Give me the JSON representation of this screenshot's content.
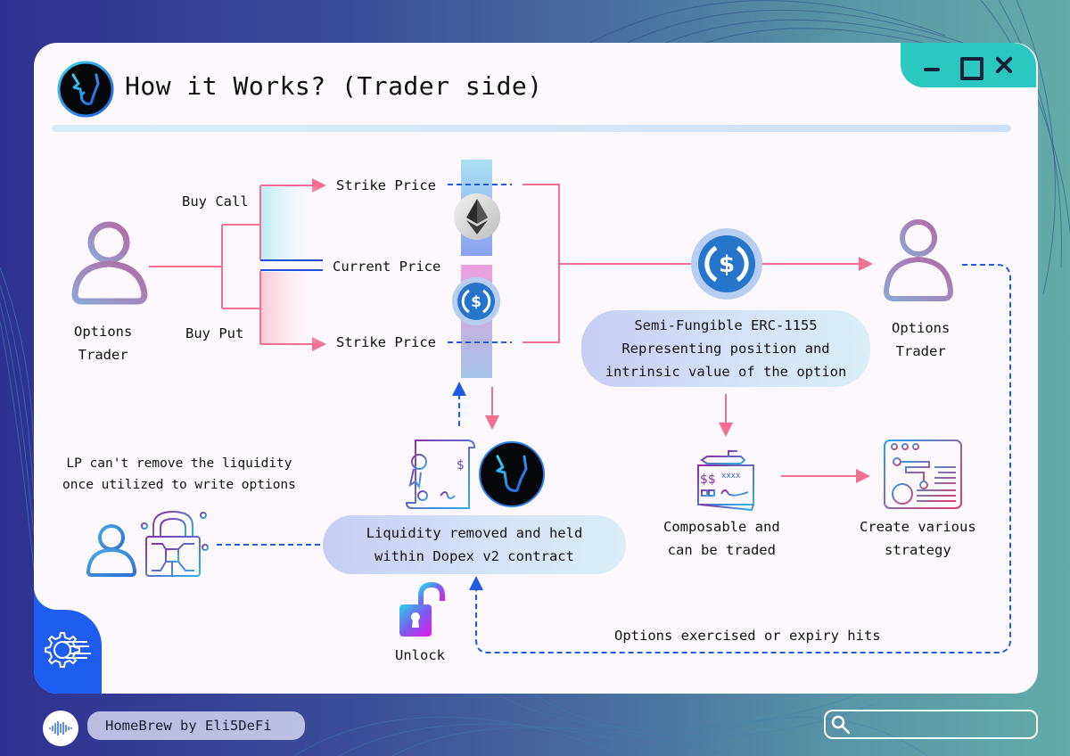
{
  "window": {
    "title": "How it Works? (Trader side)",
    "controls": {
      "minimize": "minimize",
      "maximize": "maximize",
      "close": "close"
    }
  },
  "colors": {
    "accent_pink": "#f06f92",
    "accent_blue_dashed": "#1f5ae6",
    "window_controls_bg": "#2bc8c2",
    "gear_tab_bg": "#1f5cf0",
    "window_bg": "#fdf8fd"
  },
  "diagram": {
    "trader_left": {
      "label_line1": "Options",
      "label_line2": "Trader",
      "icon": "user-icon"
    },
    "branches": {
      "buy_call": "Buy Call",
      "buy_put": "Buy Put"
    },
    "prices": {
      "strike_top": "Strike Price",
      "current": "Current Price",
      "strike_bottom": "Strike Price"
    },
    "tokens": {
      "top": "ethereum-icon",
      "bottom": "usdc-icon",
      "middle": "usdc-icon"
    },
    "erc_pill": "Semi-Fungible ERC-1155\nRepresenting position and\nintrinsic value of the option",
    "trader_right": {
      "label_line1": "Options",
      "label_line2": "Trader",
      "icon": "user-icon"
    },
    "composable": {
      "line1": "Composable and",
      "line2": "can be traded",
      "icon": "cheque-icon"
    },
    "strategy": {
      "line1": "Create various",
      "line2": "strategy",
      "icon": "strategy-browser-icon"
    },
    "lp_note": {
      "line1": "LP can't remove the liquidity",
      "line2": "once utilized to write options",
      "icon": "locked-lp-icon"
    },
    "liquidity_pill": "Liquidity removed and held\nwithin Dopex v2 contract",
    "unlock": {
      "label": "Unlock",
      "icon": "unlock-icon"
    },
    "exercise_note": "Options exercised or expiry hits"
  },
  "footer": {
    "brand": "HomeBrew by Eli5DeFi",
    "search_placeholder": ""
  }
}
